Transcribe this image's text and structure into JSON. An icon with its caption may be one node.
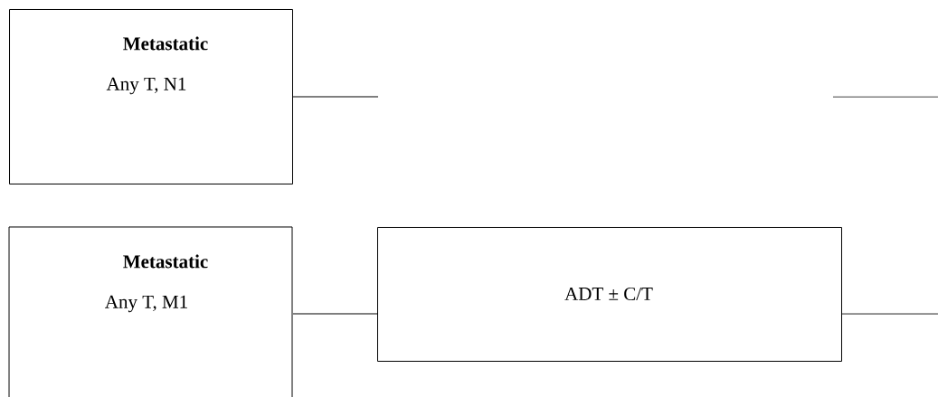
{
  "diagram": {
    "nodes": [
      {
        "text": [
          "Metastatic",
          "Any T, N1"
        ]
      },
      {
        "text": [
          "Metastatic",
          "Any T, M1"
        ]
      },
      {
        "text": [
          "ADT ± C/T"
        ]
      }
    ],
    "edges": [
      {
        "from": 0,
        "to": null,
        "arrow": "none"
      },
      {
        "from": 1,
        "to": 2,
        "arrow": "none"
      },
      {
        "from": 2,
        "to": null,
        "arrow": "none"
      }
    ]
  }
}
